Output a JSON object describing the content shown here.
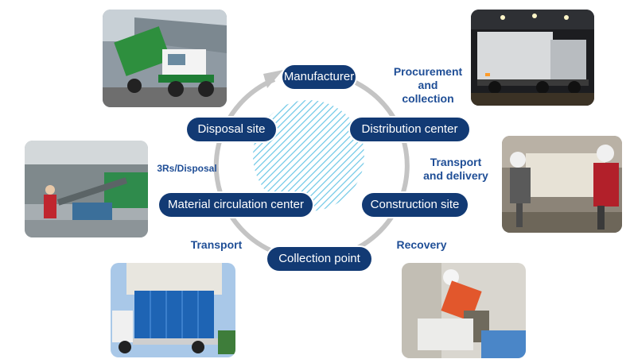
{
  "diagram": {
    "nodes": {
      "manufacturer": "Manufacturer",
      "distribution_center": "Distribution center",
      "construction_site": "Construction site",
      "collection_point": "Collection point",
      "material_circulation_center": "Material circulation center",
      "disposal_site": "Disposal site"
    },
    "flows": {
      "procurement": "Procurement\nand\ncollection",
      "transport_delivery": "Transport\nand delivery",
      "recovery": "Recovery",
      "transport": "Transport",
      "three_rs": "3Rs/Disposal"
    },
    "colors": {
      "node_fill": "#123a74",
      "label_text": "#1f4e96",
      "cycle_ring": "#bfbfbf",
      "center_hatch": "#6cc7e6"
    },
    "photos": [
      "green-dump-truck",
      "trucks-at-night-distribution",
      "workers-carrying-box",
      "worker-sorting-waste-facility",
      "blue-container-truck",
      "worker-recovering-materials"
    ]
  }
}
